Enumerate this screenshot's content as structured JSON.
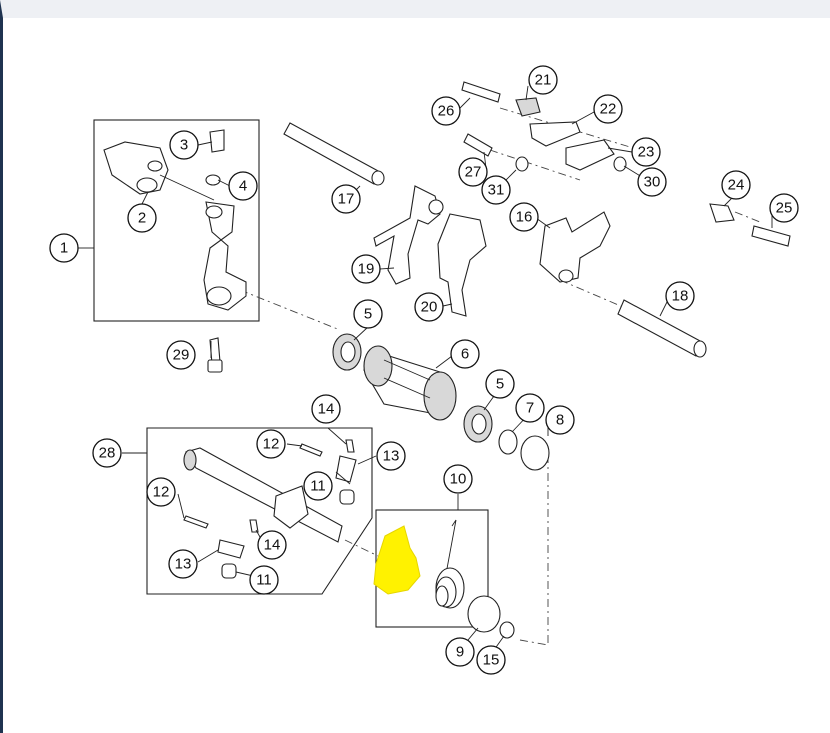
{
  "diagram": {
    "callouts": [
      "1",
      "2",
      "3",
      "4",
      "5",
      "5",
      "6",
      "7",
      "8",
      "9",
      "10",
      "11",
      "11",
      "12",
      "12",
      "13",
      "13",
      "14",
      "14",
      "15",
      "16",
      "17",
      "18",
      "19",
      "20",
      "21",
      "22",
      "23",
      "24",
      "25",
      "26",
      "27",
      "28",
      "29",
      "30",
      "31"
    ],
    "highlight_color": "#fff200",
    "frame_color": "#1f3350"
  }
}
